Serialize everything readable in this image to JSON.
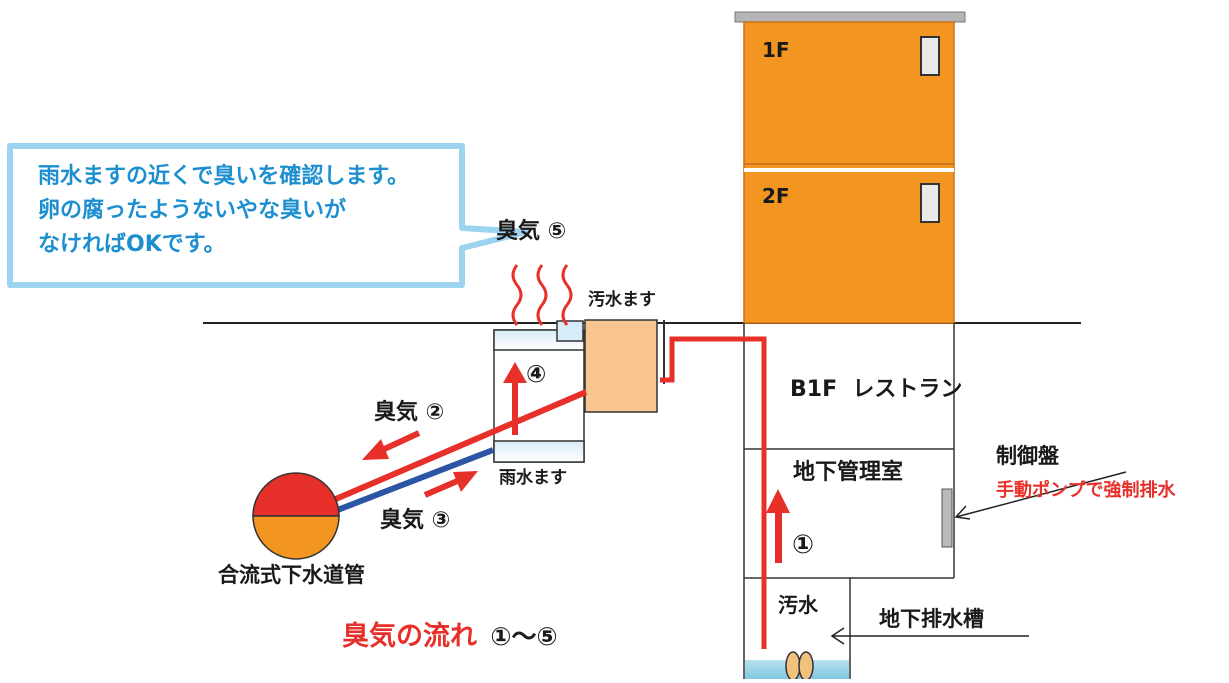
{
  "callout": {
    "lines": [
      "雨水ますの近くで臭いを確認します。",
      "卵の腐ったようないやな臭いが",
      "なければOKです。"
    ]
  },
  "building": {
    "floor_1": "1F",
    "floor_2": "2F",
    "b1f": "B1F  レストラン",
    "mgmt_room": "地下管理室",
    "sewage": "汚水"
  },
  "labels": {
    "odor_5": "臭気 ⑤",
    "odor_4": "④",
    "odor_2": "臭気 ②",
    "odor_3": "臭気 ③",
    "odor_1": "①",
    "sewage_basin": "汚水ます",
    "rain_basin": "雨水ます",
    "combined_sewer": "合流式下水道管",
    "control_panel": "制御盤",
    "manual_pump": "手動ポンプで強制排水",
    "underground_tank": "地下排水槽",
    "flow_title": "臭気の流れ",
    "flow_range": "①〜⑤"
  },
  "colors": {
    "building": "#f39521",
    "basin": "#f8c48f",
    "red": "#e8302a",
    "blue": "#2d55a5",
    "callout_border": "#9cd4ef",
    "callout_text": "#1d8fd0",
    "water": "#7ec8e0"
  }
}
